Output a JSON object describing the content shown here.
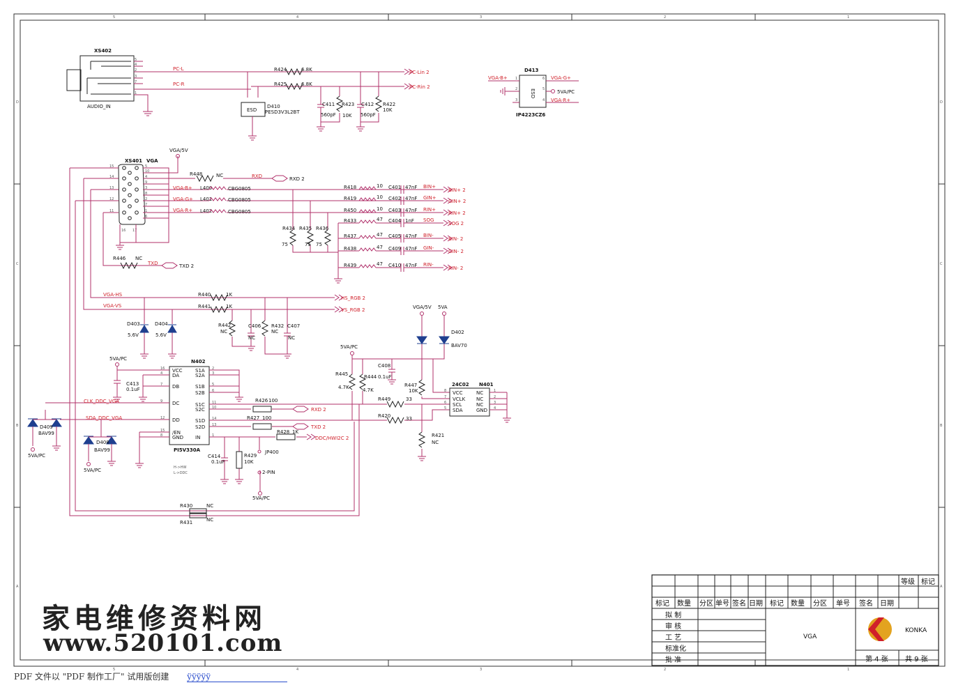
{
  "frame": {
    "col_labels": [
      "5",
      "4",
      "3",
      "2",
      "1"
    ],
    "row_labels": [
      "D",
      "C",
      "B",
      "A"
    ]
  },
  "audio": {
    "connector_ref": "XS402",
    "connector_name": "AUDIO_IN",
    "pins": [
      "5",
      "4",
      "2",
      "3",
      "7",
      "1"
    ],
    "net_l": "PC-L",
    "net_r": "PC-R",
    "r424": {
      "ref": "R424",
      "val": "6.8K"
    },
    "r425": {
      "ref": "R425",
      "val": "6.8K"
    },
    "c411": {
      "ref": "C411",
      "val": "560pF"
    },
    "r423": {
      "ref": "R423",
      "val": "10K"
    },
    "c412": {
      "ref": "C412",
      "val": "560pF"
    },
    "r422": {
      "ref": "R422",
      "val": "10K"
    },
    "d410": {
      "ref": "D410",
      "val": "PESD3V3L2BT",
      "body": "ESD"
    },
    "out_l": "PC-Lin 2",
    "out_r": "PC-Rin 2"
  },
  "esd": {
    "ref": "D413",
    "part": "IP4223CZ6",
    "body": "ESD",
    "in_b": "VGA-B+",
    "out_g": "VGA-G+",
    "out_r": "VGA-R+",
    "pwr": "5VA/PC",
    "pins": [
      "1",
      "2",
      "3",
      "6",
      "5",
      "4"
    ]
  },
  "vga": {
    "connector_ref": "XS401",
    "connector_name": "VGA",
    "supply": "VGA/5V",
    "left_pins": [
      "15",
      "14",
      "13",
      "12",
      "11"
    ],
    "right_pins": [
      "5",
      "10",
      "4",
      "9",
      "3",
      "8",
      "2",
      "7",
      "1",
      "6"
    ],
    "bottom_pins": [
      "16",
      "17"
    ],
    "r448": {
      "ref": "R448",
      "val": "NC"
    },
    "rxd": "RXD",
    "rxd_out": "RXD 2",
    "r446": {
      "ref": "R446",
      "val": "NC"
    },
    "txd": "TXD",
    "txd_out": "TXD 2",
    "nets": [
      "VGA-B+",
      "VGA-G+",
      "VGA-R+"
    ],
    "ferrites": [
      {
        "ref": "L400",
        "val": "CBG0805"
      },
      {
        "ref": "L401",
        "val": "CBG0805"
      },
      {
        "ref": "L402",
        "val": "CBG0805"
      }
    ],
    "term": [
      {
        "ref": "R434",
        "val": "75"
      },
      {
        "ref": "R435",
        "val": "75"
      },
      {
        "ref": "R436",
        "val": "75"
      }
    ],
    "rgb_rows": [
      {
        "r": "R418",
        "rv": "10",
        "c": "C401",
        "cv": "47nF",
        "net": "BIN+",
        "out": "BIN+ 2"
      },
      {
        "r": "R419",
        "rv": "10",
        "c": "C402",
        "cv": "47nF",
        "net": "GIN+",
        "out": "GIN+ 2"
      },
      {
        "r": "R450",
        "rv": "10",
        "c": "C403",
        "cv": "47nF",
        "net": "RIN+",
        "out": "RIN+ 2"
      },
      {
        "r": "R433",
        "rv": "47",
        "c": "C404",
        "cv": "1nF",
        "net": "SOG",
        "out": "SOG 2"
      },
      {
        "r": "R437",
        "rv": "47",
        "c": "C405",
        "cv": "47nF",
        "net": "BIN-",
        "out": "BIN- 2"
      },
      {
        "r": "R438",
        "rv": "47",
        "c": "C409",
        "cv": "47nF",
        "net": "GIN-",
        "out": "GIN- 2"
      },
      {
        "r": "R439",
        "rv": "47",
        "c": "C410",
        "cv": "47nF",
        "net": "RIN-",
        "out": "RIN- 2"
      }
    ],
    "hs": {
      "net": "VGA-HS",
      "r": "R440",
      "rv": "1K",
      "out": "HS_RGB 2"
    },
    "vs": {
      "net": "VGA-VS",
      "r": "R441",
      "rv": "1K",
      "out": "VS_RGB 2"
    },
    "d403": {
      "ref": "D403",
      "val": "5.6V"
    },
    "d404": {
      "ref": "D404",
      "val": "5.6V"
    },
    "r442": {
      "ref": "R442",
      "val": "NC"
    },
    "c406": {
      "ref": "C406",
      "val": "NC"
    },
    "r432": {
      "ref": "R432",
      "val": "NC"
    },
    "c407": {
      "ref": "C407",
      "val": "NC"
    }
  },
  "switch": {
    "ref": "N402",
    "part": "PI5V330A",
    "supply": "5VA/PC",
    "c413": {
      "ref": "C413",
      "val": "0.1uF"
    },
    "left_pins": [
      {
        "num": "16",
        "name": "VCC"
      },
      {
        "num": "4",
        "name": "DA"
      },
      {
        "num": "7",
        "name": "DB"
      },
      {
        "num": "9",
        "name": "DC"
      },
      {
        "num": "12",
        "name": "DD"
      },
      {
        "num": "15",
        "name": "/EN"
      },
      {
        "num": "8",
        "name": "GND"
      }
    ],
    "right_pins": [
      {
        "num": "2",
        "name": "S1A"
      },
      {
        "num": "3",
        "name": "S2A"
      },
      {
        "num": "5",
        "name": "S1B"
      },
      {
        "num": "6",
        "name": "S2B"
      },
      {
        "num": "11",
        "name": "S1C"
      },
      {
        "num": "10",
        "name": "S2C"
      },
      {
        "num": "14",
        "name": "S1D"
      },
      {
        "num": "13",
        "name": "S2D"
      },
      {
        "num": "1",
        "name": "IN"
      }
    ],
    "clk": "CLK_DDC_VGA",
    "sda": "SDA_DDC_VGA",
    "r426": {
      "ref": "R426",
      "val": "100"
    },
    "r427": {
      "ref": "R427",
      "val": "100"
    },
    "r428": {
      "ref": "R428",
      "val": "1K"
    },
    "rxd_out": "RXD 2",
    "txd_out": "TXD 2",
    "ddc_out": "DDC/HWI2C 2",
    "c414": {
      "ref": "C414",
      "val": "0.1uF"
    },
    "r429": {
      "ref": "R429",
      "val": "10K"
    },
    "jp400": {
      "ref": "JP400",
      "val": "2-PIN"
    },
    "jp_supply": "5VA/PC",
    "note1": "H->HW",
    "note2": "L->DDC",
    "d409": {
      "ref": "D409",
      "val": "BAV99"
    },
    "d408": {
      "ref": "D408",
      "val": "BAV99"
    },
    "d_supply": "5VA/PC",
    "r430": {
      "ref": "R430",
      "val": "NC"
    },
    "r431": {
      "ref": "R431",
      "val": "NC"
    }
  },
  "eeprom": {
    "ref": "N401",
    "part": "24C02",
    "supply": "5VA/PC",
    "vga5v": "VGA/5V",
    "va5": "5VA",
    "d402": {
      "ref": "D402",
      "val": "BAV70"
    },
    "c408": {
      "ref": "C408",
      "val": "0.1uF"
    },
    "r445": {
      "ref": "R445",
      "val": "4.7K"
    },
    "r444": {
      "ref": "R444",
      "val": "4.7K"
    },
    "r447": {
      "ref": "R447",
      "val": "10K"
    },
    "r449": {
      "ref": "R449",
      "val": "33"
    },
    "r420": {
      "ref": "R420",
      "val": "33"
    },
    "r421": {
      "ref": "R421",
      "val": "NC"
    },
    "left_pins": [
      {
        "num": "8",
        "name": "VCC"
      },
      {
        "num": "7",
        "name": "VCLK"
      },
      {
        "num": "6",
        "name": "SCL"
      },
      {
        "num": "5",
        "name": "SDA"
      }
    ],
    "right_pins": [
      {
        "num": "1",
        "name": "NC"
      },
      {
        "num": "2",
        "name": "NC"
      },
      {
        "num": "3",
        "name": "NC"
      },
      {
        "num": "4",
        "name": "GND"
      }
    ]
  },
  "title_block": {
    "grade": "等级",
    "mark": "标记",
    "header": [
      "标记",
      "数量",
      "分区",
      "单号",
      "签名",
      "日期",
      "标记",
      "数量",
      "分区",
      "单号",
      "签名",
      "日期"
    ],
    "rows": [
      "拟 制",
      "审 核",
      "工 艺",
      "标准化",
      "批 准"
    ],
    "title": "VGA",
    "brand": "KONKA",
    "sheet": "第 4 张",
    "total": "共 9 张"
  },
  "watermark": {
    "cn": "家电维修资料网",
    "url": "www.520101.com"
  },
  "footer": {
    "text": "PDF 文件以 \"PDF 制作工厂\" 试用版创建",
    "link": "ÿÿÿÿÿ"
  }
}
